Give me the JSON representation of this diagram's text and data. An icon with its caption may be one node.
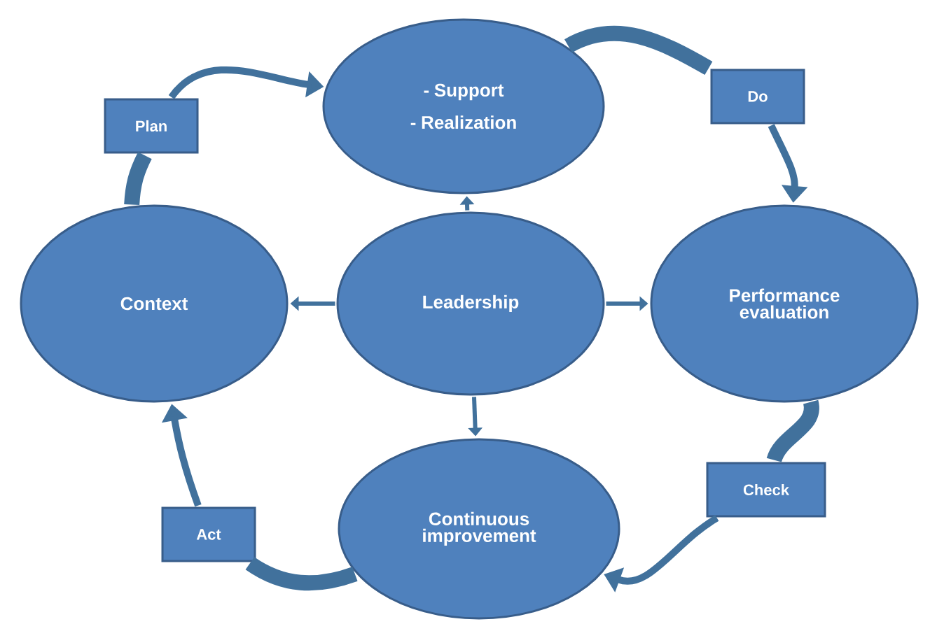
{
  "diagram": {
    "nodes": [
      {
        "text": [
          "- Support",
          "- Realization"
        ]
      },
      {
        "text": [
          "Plan"
        ]
      },
      {
        "text": [
          "Do"
        ]
      },
      {
        "text": [
          "Context"
        ]
      },
      {
        "text": [
          "Leadership"
        ]
      },
      {
        "text": [
          "Performance evaluation"
        ]
      },
      {
        "text": [
          "Check"
        ]
      },
      {
        "text": [
          "Act"
        ]
      },
      {
        "text": [
          "Continuous improvement"
        ]
      }
    ],
    "edges": [
      {
        "from": 3,
        "to": 1,
        "arrow": "none",
        "style": "thick"
      },
      {
        "from": 1,
        "to": 0,
        "arrow": "to"
      },
      {
        "from": 0,
        "to": 2,
        "arrow": "none",
        "style": "thick"
      },
      {
        "from": 2,
        "to": 5,
        "arrow": "to"
      },
      {
        "from": 5,
        "to": 6,
        "arrow": "none",
        "style": "thick"
      },
      {
        "from": 6,
        "to": 8,
        "arrow": "to"
      },
      {
        "from": 8,
        "to": 7,
        "arrow": "none",
        "style": "thick"
      },
      {
        "from": 7,
        "to": 3,
        "arrow": "to"
      },
      {
        "from": 4,
        "to": 0,
        "arrow": "to"
      },
      {
        "from": 4,
        "to": 3,
        "arrow": "to"
      },
      {
        "from": 4,
        "to": 5,
        "arrow": "to"
      },
      {
        "from": 4,
        "to": 8,
        "arrow": "to"
      }
    ]
  }
}
